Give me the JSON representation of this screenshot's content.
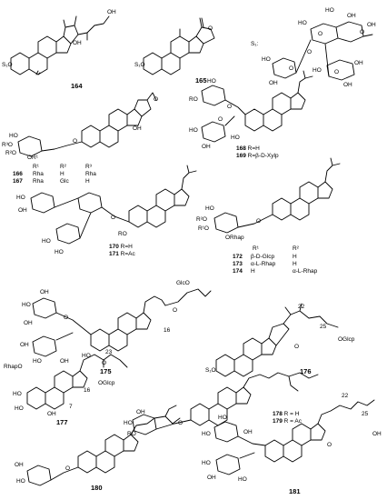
{
  "compounds": {
    "c164": {
      "number": "164",
      "substituent": "S₁O",
      "oh": "OH",
      "oh2": "OH"
    },
    "c165": {
      "number": "165",
      "substituent": "S₁O",
      "s1_label": "S₁:",
      "ring_o": "O",
      "ho_labels": [
        "HO",
        "HO",
        "OH",
        "OH",
        "HO",
        "OH",
        "HO",
        "OH",
        "OH"
      ],
      "o_labels": [
        "O",
        "O",
        "O",
        "O",
        "O"
      ]
    },
    "c166_167": {
      "oh": "OH",
      "ho": "HO",
      "r3o": "R³O",
      "r2o": "R²O",
      "or1": "OR¹",
      "o": "O",
      "ring_o": "O",
      "header": [
        "R¹",
        "R²",
        "R³"
      ],
      "rows": [
        {
          "number": "166",
          "r1": "Rha",
          "r2": "H",
          "r3": "Rha"
        },
        {
          "number": "167",
          "r1": "Rha",
          "r2": "Glc",
          "r3": "H"
        }
      ]
    },
    "c168_169": {
      "ho": "HO",
      "ro": "RO",
      "o": "O",
      "ring_o": "O",
      "ho2": "HO",
      "ho3": "HO",
      "oh": "OH",
      "lines": [
        {
          "number": "168",
          "text": "R=H"
        },
        {
          "number": "169",
          "text": "R=β-D-Xylp"
        }
      ]
    },
    "c170_171": {
      "oh": "OH",
      "ho": "HO",
      "o": "O",
      "ro": "RO",
      "ho2": "HO",
      "ho3": "HO",
      "lines": [
        {
          "number": "170",
          "text": "R=H"
        },
        {
          "number": "171",
          "text": "R=Ac"
        }
      ]
    },
    "c172_174": {
      "ho": "HO",
      "r2o": "R²O",
      "r1o": "R¹O",
      "orhap": "ORhap",
      "o": "O",
      "header": [
        "R¹",
        "R²"
      ],
      "rows": [
        {
          "number": "172",
          "r1": "β-D-Glcp",
          "r2": "H"
        },
        {
          "number": "173",
          "r1": "α-L-Rhap",
          "r2": "H"
        },
        {
          "number": "174",
          "r1": "H",
          "r2": "α-L-Rhap"
        }
      ]
    },
    "c175": {
      "number": "175",
      "glco": "GlcO",
      "c16": "16",
      "oh_labels": [
        "OH",
        "HO",
        "OH",
        "OH",
        "HO",
        "OH"
      ],
      "ho": "HO",
      "o": "O",
      "ring_o": "O"
    },
    "c176": {
      "number": "176",
      "c22": "22",
      "c25": "25",
      "oglcp": "OGlcp",
      "substituent": "S₁O",
      "o": "O"
    },
    "c177": {
      "number": "177",
      "rhapo": "RhapO",
      "c23": "23",
      "oglcp": "OGlcp",
      "c16": "16",
      "c7": "7",
      "o": "O",
      "ho": "HO",
      "ho2": "HO",
      "oh": "OH"
    },
    "c178_179": {
      "ho": "HO",
      "oh": "OH",
      "ro": "RO",
      "o": "O",
      "lines": [
        {
          "number": "178",
          "text": "R = H"
        },
        {
          "number": "179",
          "text": "R = Ac"
        }
      ]
    },
    "c180": {
      "number": "180",
      "ho": "HO",
      "oh": "OH",
      "o": "O"
    },
    "c181": {
      "number": "181",
      "c22": "22",
      "c25": "25",
      "oh": "OH",
      "ho_labels": [
        "HO",
        "HO",
        "HO",
        "OH",
        "HO",
        "OH"
      ],
      "o": "O"
    }
  }
}
